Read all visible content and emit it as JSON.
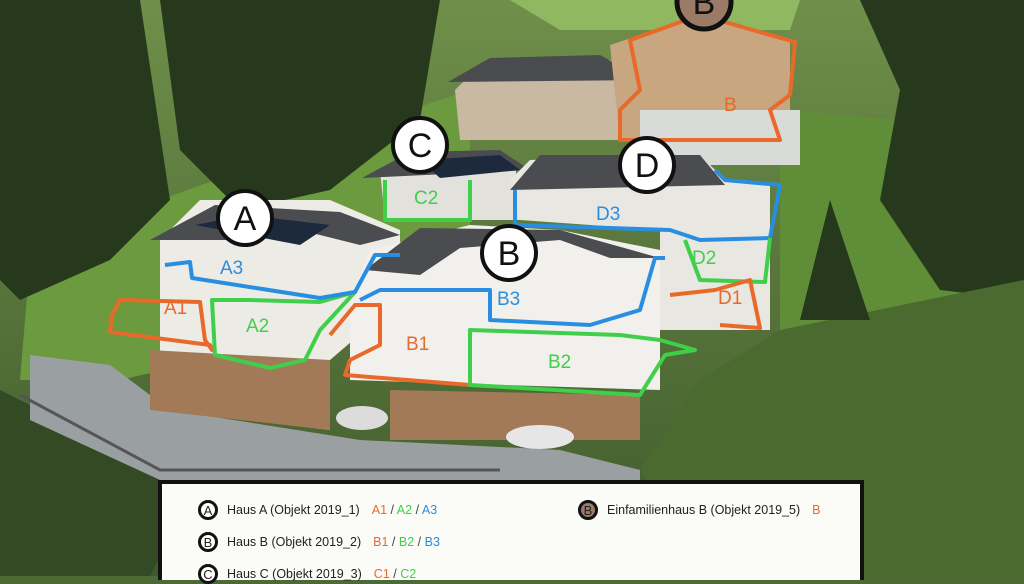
{
  "colors": {
    "orange": "#e8692a",
    "green": "#3fcf4a",
    "blue": "#2a8ee0",
    "brown": "#9b7a68"
  },
  "markers": {
    "a": "A",
    "b": "B",
    "c": "C",
    "d": "D",
    "b_top": "B"
  },
  "units": {
    "a1": "A1",
    "a2": "A2",
    "a3": "A3",
    "b1": "B1",
    "b2": "B2",
    "b3": "B3",
    "c2": "C2",
    "d1": "D1",
    "d2": "D2",
    "d3": "D3",
    "b_top": "B"
  },
  "legend": {
    "items": [
      {
        "marker": "A",
        "label": "Haus A (Objekt 2019_1)",
        "codes": [
          "A1",
          "A2",
          "A3"
        ]
      },
      {
        "marker": "B",
        "label": "Haus B (Objekt 2019_2)",
        "codes": [
          "B1",
          "B2",
          "B3"
        ]
      },
      {
        "marker": "C",
        "label": "Haus C (Objekt 2019_3)",
        "codes": [
          "C1",
          "C2"
        ]
      },
      {
        "marker": "B",
        "label": "Einfamilienhaus B (Objekt 2019_5)",
        "codes": [
          "B"
        ]
      }
    ],
    "sep": "/"
  }
}
